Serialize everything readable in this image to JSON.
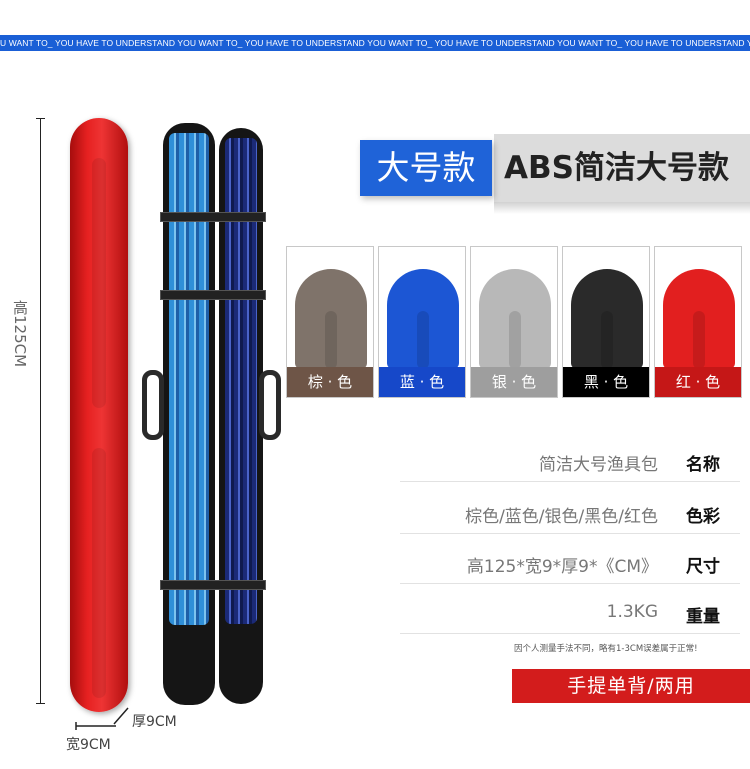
{
  "banner_text": "U WANT TO_ YOU HAVE TO UNDERSTAND YOU WANT TO_ YOU HAVE TO UNDERSTAND YOU WANT TO_ YOU HAVE TO UNDERSTAND YOU WANT TO_ YOU HAVE TO UNDERSTAND YOU WANT TO_ YOU HAVE TO UNDERSTANDTO UNDERST",
  "dimensions": {
    "height": "高125CM",
    "thickness": "厚9CM",
    "width": "宽9CM"
  },
  "heading": {
    "badge": "大号款",
    "title": "ABS简洁大号款"
  },
  "swatches": [
    {
      "label": "棕 · 色",
      "color": "#7f736a",
      "bar": "#6e5547"
    },
    {
      "label": "蓝 · 色",
      "color": "#1c56d4",
      "bar": "#1648c9"
    },
    {
      "label": "银 · 色",
      "color": "#b8b8b8",
      "bar": "#9e9e9e"
    },
    {
      "label": "黑 · 色",
      "color": "#2a2a2a",
      "bar": "#000000"
    },
    {
      "label": "红 · 色",
      "color": "#e21f1f",
      "bar": "#c51717"
    }
  ],
  "specs": [
    {
      "key": "名称",
      "value": "简洁大号渔具包"
    },
    {
      "key": "色彩",
      "value": "棕色/蓝色/银色/黑色/红色"
    },
    {
      "key": "尺寸",
      "value": "高125*宽9*厚9*《CM》"
    },
    {
      "key": "重量",
      "value": "1.3KG"
    }
  ],
  "note": "因个人测量手法不同，略有1-3CM误差属于正常!",
  "carry_label": "手提单背/两用",
  "colors": {
    "accent_blue": "#1f63d8",
    "accent_red": "#d31c1c"
  }
}
